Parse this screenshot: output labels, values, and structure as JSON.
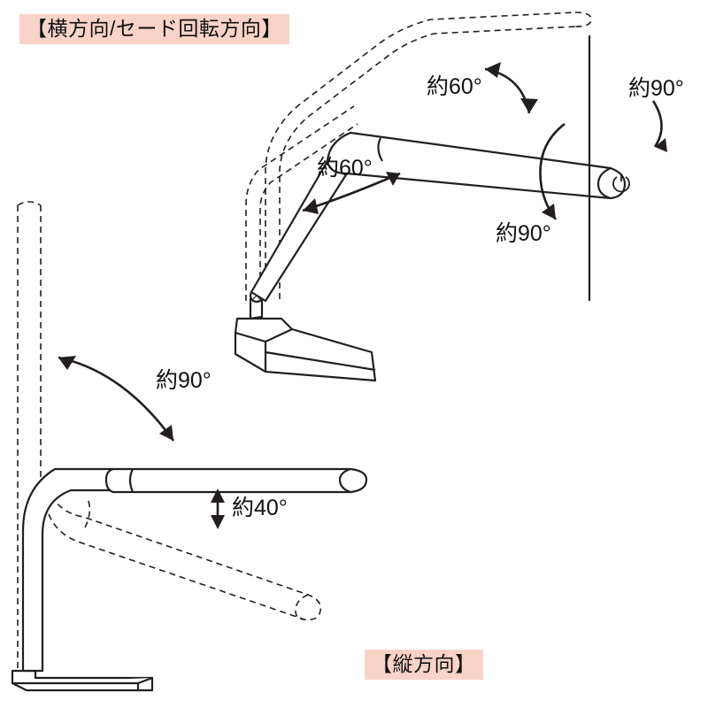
{
  "page": {
    "title_horizontal": "【横方向/セード回転方向】",
    "title_vertical": "【縦方向】",
    "accent_color": "#f9d3c8",
    "line_color": "#231f20",
    "background_color": "#ffffff"
  },
  "angles": {
    "arm_upper": "約60°",
    "arm_lower": "約60°",
    "shade_rotate_right": "約90°",
    "shade_rotate_down": "約90°",
    "vertical_swing": "約90°",
    "shade_tilt": "約40°"
  },
  "icons": {
    "power": "power-button-icon"
  },
  "diagram": {
    "type": "product-range-of-motion-illustration",
    "subject": "desk lamp",
    "views": [
      {
        "name": "horizontal-view",
        "caption": "【横方向/セード回転方向】",
        "annotations": [
          "約60°",
          "約60°",
          "約90°",
          "約90°"
        ]
      },
      {
        "name": "vertical-view",
        "caption": "【縦方向】",
        "annotations": [
          "約90°",
          "約40°"
        ]
      }
    ]
  }
}
